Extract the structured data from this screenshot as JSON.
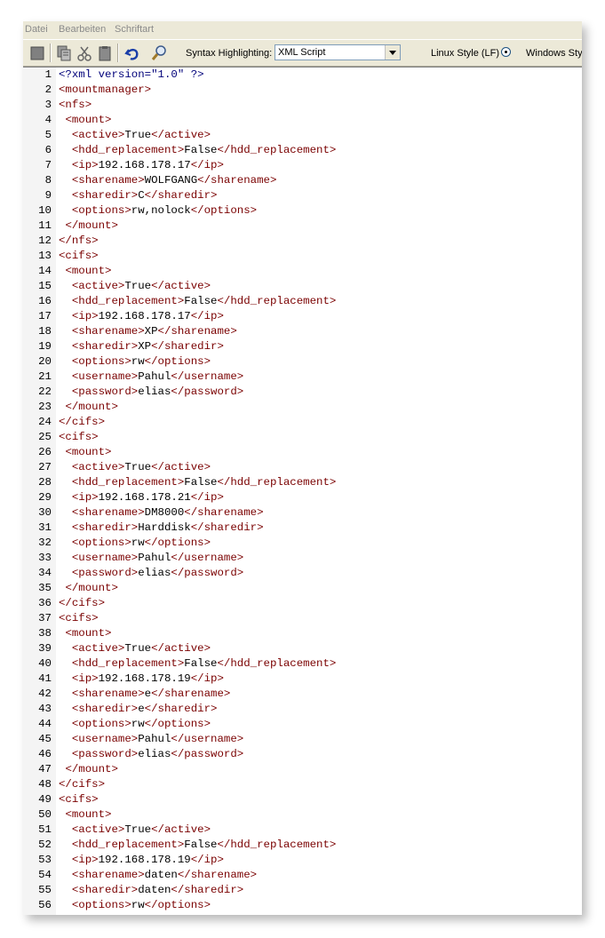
{
  "menu": [
    "Datei",
    "Bearbeiten",
    "Schriftart"
  ],
  "toolbar": {
    "icons": [
      "new-file-icon",
      "copy-icon",
      "cut-icon",
      "paste-icon",
      "undo-icon",
      "find-icon"
    ],
    "syntax_label": "Syntax Highlighting:",
    "syntax_value": "XML Script",
    "linux_label": "Linux Style (LF)",
    "windows_label": "Windows Sty"
  },
  "colors": {
    "tag": "#7a0000",
    "xml_decl": "#00007a",
    "content": "#000000"
  },
  "lines": [
    {
      "n": "1",
      "indent": "",
      "decl": "<?xml version=\"1.0\" ?>"
    },
    {
      "n": "2",
      "indent": "",
      "open": "<mountmanager>"
    },
    {
      "n": "3",
      "indent": "",
      "open": "<nfs>"
    },
    {
      "n": "4",
      "indent": " ",
      "open": "<mount>"
    },
    {
      "n": "5",
      "indent": "  ",
      "open": "<active>",
      "text": "True",
      "close": "</active>"
    },
    {
      "n": "6",
      "indent": "  ",
      "open": "<hdd_replacement>",
      "text": "False",
      "close": "</hdd_replacement>"
    },
    {
      "n": "7",
      "indent": "  ",
      "open": "<ip>",
      "text": "192.168.178.17",
      "close": "</ip>"
    },
    {
      "n": "8",
      "indent": "  ",
      "open": "<sharename>",
      "text": "WOLFGANG",
      "close": "</sharename>"
    },
    {
      "n": "9",
      "indent": "  ",
      "open": "<sharedir>",
      "text": "C",
      "close": "</sharedir>"
    },
    {
      "n": "10",
      "indent": "  ",
      "open": "<options>",
      "text": "rw,nolock",
      "close": "</options>"
    },
    {
      "n": "11",
      "indent": " ",
      "open": "</mount>"
    },
    {
      "n": "12",
      "indent": "",
      "open": "</nfs>"
    },
    {
      "n": "13",
      "indent": "",
      "open": "<cifs>"
    },
    {
      "n": "14",
      "indent": " ",
      "open": "<mount>"
    },
    {
      "n": "15",
      "indent": "  ",
      "open": "<active>",
      "text": "True",
      "close": "</active>"
    },
    {
      "n": "16",
      "indent": "  ",
      "open": "<hdd_replacement>",
      "text": "False",
      "close": "</hdd_replacement>"
    },
    {
      "n": "17",
      "indent": "  ",
      "open": "<ip>",
      "text": "192.168.178.17",
      "close": "</ip>"
    },
    {
      "n": "18",
      "indent": "  ",
      "open": "<sharename>",
      "text": "XP",
      "close": "</sharename>"
    },
    {
      "n": "19",
      "indent": "  ",
      "open": "<sharedir>",
      "text": "XP",
      "close": "</sharedir>"
    },
    {
      "n": "20",
      "indent": "  ",
      "open": "<options>",
      "text": "rw",
      "close": "</options>"
    },
    {
      "n": "21",
      "indent": "  ",
      "open": "<username>",
      "text": "Pahul",
      "close": "</username>"
    },
    {
      "n": "22",
      "indent": "  ",
      "open": "<password>",
      "text": "elias",
      "close": "</password>"
    },
    {
      "n": "23",
      "indent": " ",
      "open": "</mount>"
    },
    {
      "n": "24",
      "indent": "",
      "open": "</cifs>"
    },
    {
      "n": "25",
      "indent": "",
      "open": "<cifs>"
    },
    {
      "n": "26",
      "indent": " ",
      "open": "<mount>"
    },
    {
      "n": "27",
      "indent": "  ",
      "open": "<active>",
      "text": "True",
      "close": "</active>"
    },
    {
      "n": "28",
      "indent": "  ",
      "open": "<hdd_replacement>",
      "text": "False",
      "close": "</hdd_replacement>"
    },
    {
      "n": "29",
      "indent": "  ",
      "open": "<ip>",
      "text": "192.168.178.21",
      "close": "</ip>"
    },
    {
      "n": "30",
      "indent": "  ",
      "open": "<sharename>",
      "text": "DM8000",
      "close": "</sharename>"
    },
    {
      "n": "31",
      "indent": "  ",
      "open": "<sharedir>",
      "text": "Harddisk",
      "close": "</sharedir>"
    },
    {
      "n": "32",
      "indent": "  ",
      "open": "<options>",
      "text": "rw",
      "close": "</options>"
    },
    {
      "n": "33",
      "indent": "  ",
      "open": "<username>",
      "text": "Pahul",
      "close": "</username>"
    },
    {
      "n": "34",
      "indent": "  ",
      "open": "<password>",
      "text": "elias",
      "close": "</password>"
    },
    {
      "n": "35",
      "indent": " ",
      "open": "</mount>"
    },
    {
      "n": "36",
      "indent": "",
      "open": "</cifs>"
    },
    {
      "n": "37",
      "indent": "",
      "open": "<cifs>"
    },
    {
      "n": "38",
      "indent": " ",
      "open": "<mount>"
    },
    {
      "n": "39",
      "indent": "  ",
      "open": "<active>",
      "text": "True",
      "close": "</active>"
    },
    {
      "n": "40",
      "indent": "  ",
      "open": "<hdd_replacement>",
      "text": "False",
      "close": "</hdd_replacement>"
    },
    {
      "n": "41",
      "indent": "  ",
      "open": "<ip>",
      "text": "192.168.178.19",
      "close": "</ip>"
    },
    {
      "n": "42",
      "indent": "  ",
      "open": "<sharename>",
      "text": "e",
      "close": "</sharename>"
    },
    {
      "n": "43",
      "indent": "  ",
      "open": "<sharedir>",
      "text": "e",
      "close": "</sharedir>"
    },
    {
      "n": "44",
      "indent": "  ",
      "open": "<options>",
      "text": "rw",
      "close": "</options>"
    },
    {
      "n": "45",
      "indent": "  ",
      "open": "<username>",
      "text": "Pahul",
      "close": "</username>"
    },
    {
      "n": "46",
      "indent": "  ",
      "open": "<password>",
      "text": "elias",
      "close": "</password>"
    },
    {
      "n": "47",
      "indent": " ",
      "open": "</mount>"
    },
    {
      "n": "48",
      "indent": "",
      "open": "</cifs>"
    },
    {
      "n": "49",
      "indent": "",
      "open": "<cifs>"
    },
    {
      "n": "50",
      "indent": " ",
      "open": "<mount>"
    },
    {
      "n": "51",
      "indent": "  ",
      "open": "<active>",
      "text": "True",
      "close": "</active>"
    },
    {
      "n": "52",
      "indent": "  ",
      "open": "<hdd_replacement>",
      "text": "False",
      "close": "</hdd_replacement>"
    },
    {
      "n": "53",
      "indent": "  ",
      "open": "<ip>",
      "text": "192.168.178.19",
      "close": "</ip>"
    },
    {
      "n": "54",
      "indent": "  ",
      "open": "<sharename>",
      "text": "daten",
      "close": "</sharename>"
    },
    {
      "n": "55",
      "indent": "  ",
      "open": "<sharedir>",
      "text": "daten",
      "close": "</sharedir>"
    },
    {
      "n": "56",
      "indent": "  ",
      "open": "<options>",
      "text": "rw",
      "close": "</options>"
    }
  ]
}
